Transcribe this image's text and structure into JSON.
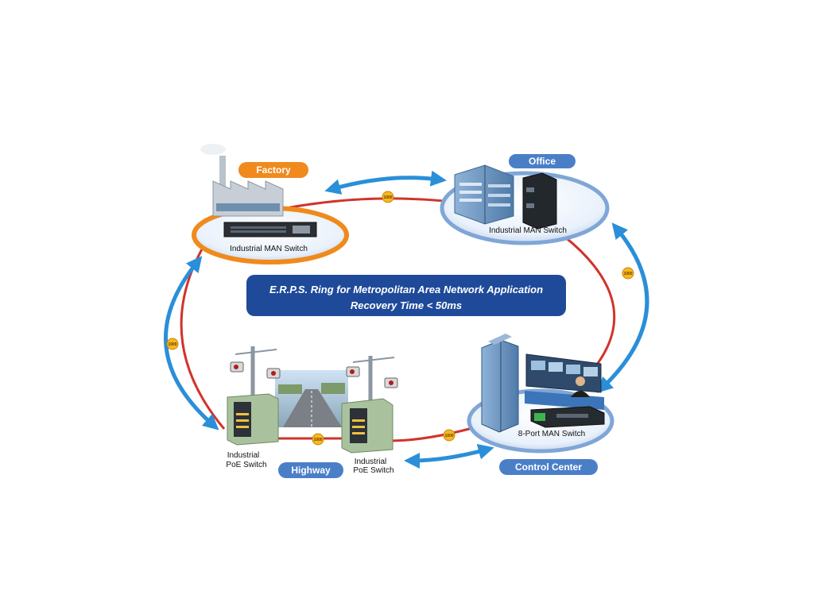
{
  "banner": {
    "line1": "E.R.P.S. Ring for Metropolitan Area Network Application",
    "line2": "Recovery Time < 50ms"
  },
  "sites": {
    "factory": {
      "tag": "Factory",
      "device": "Industrial MAN Switch"
    },
    "office": {
      "tag": "Office",
      "device": "Industrial MAN Switch"
    },
    "control_center": {
      "tag": "Control Center",
      "device": "8-Port MAN Switch"
    },
    "highway": {
      "tag": "Highway",
      "device_left_line1": "Industrial",
      "device_left_line2": "PoE Switch",
      "device_right_line1": "Industrial",
      "device_right_line2": "PoE Switch"
    }
  },
  "links": {
    "top": "1000",
    "right": "1000",
    "bottom_right": "1000",
    "bottom_mid": "1000",
    "left": "1000"
  },
  "colors": {
    "ring": "#d0342c",
    "arrow": "#2a8fd8",
    "tag_blue": "#4a7fc8",
    "tag_orange": "#f08a1c",
    "banner": "#1f4a9a"
  }
}
